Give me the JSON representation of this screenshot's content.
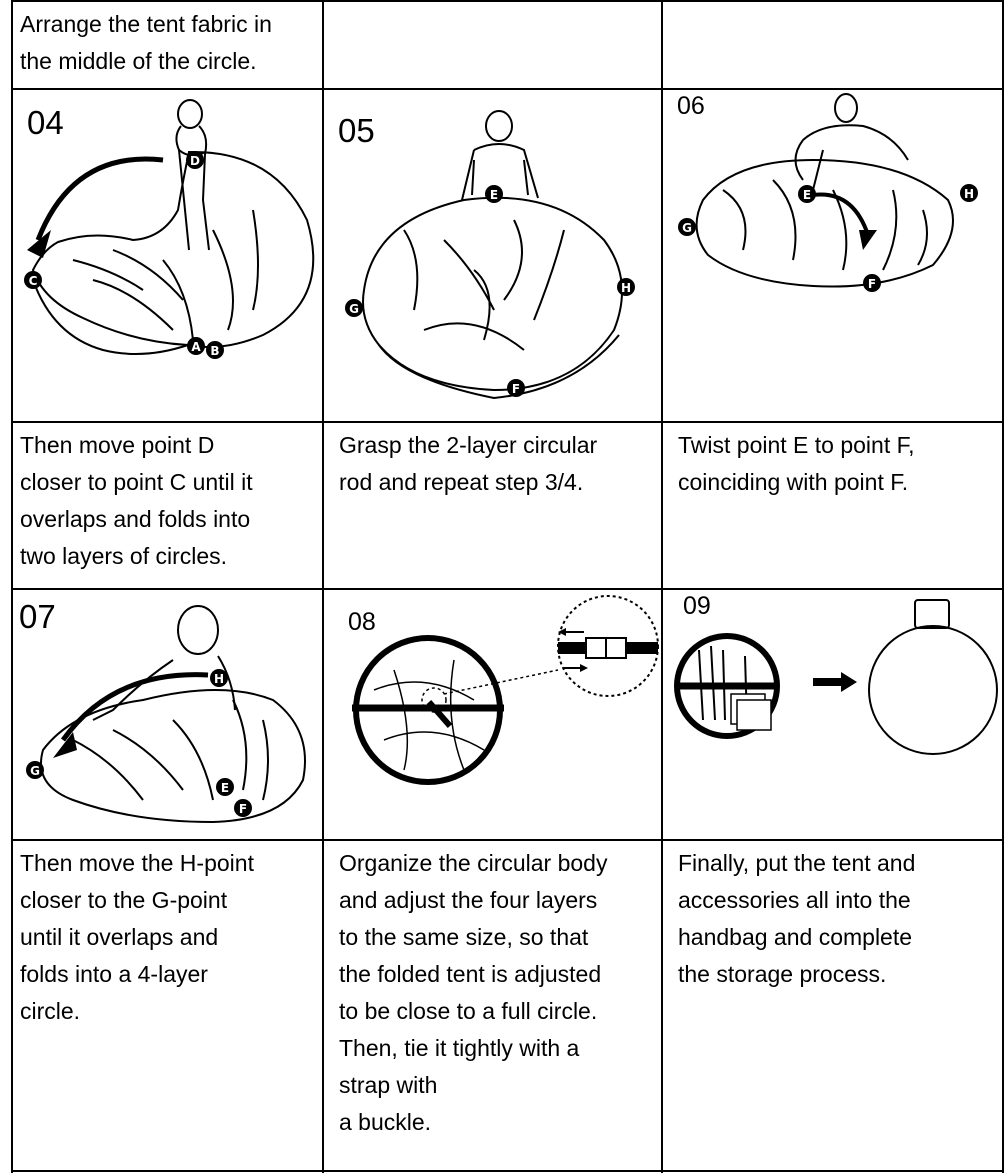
{
  "intro": {
    "text_line1": "Arrange the tent fabric in",
    "text_line2": "the middle of the circle."
  },
  "steps": [
    {
      "number": "04",
      "points": [
        "D",
        "C",
        "A",
        "B"
      ],
      "lines": [
        "Then move point D",
        "closer to point C until it",
        "overlaps and folds into",
        "two layers of circles."
      ]
    },
    {
      "number": "05",
      "points": [
        "E",
        "G",
        "H",
        "F"
      ],
      "lines": [
        "Grasp the 2-layer circular",
        "rod and repeat step 3/4."
      ]
    },
    {
      "number": "06",
      "points": [
        "E",
        "H",
        "G",
        "F"
      ],
      "lines": [
        "Twist point E to point F,",
        "coinciding with point F."
      ]
    },
    {
      "number": "07",
      "points": [
        "H",
        "G",
        "E",
        "F"
      ],
      "lines": [
        "Then move the H-point",
        "closer to the G-point",
        "until it overlaps and",
        "folds into a 4-layer",
        "circle."
      ]
    },
    {
      "number": "08",
      "points": [],
      "lines": [
        "Organize the circular body",
        "and adjust the four layers",
        "to the same size, so that",
        "the folded tent is adjusted",
        "to be close to a full circle.",
        "Then, tie it tightly with a",
        "strap with",
        "a buckle."
      ]
    },
    {
      "number": "09",
      "points": [],
      "lines": [
        "Finally, put the tent and",
        "accessories all into the",
        "handbag and complete",
        "the storage process."
      ]
    }
  ]
}
